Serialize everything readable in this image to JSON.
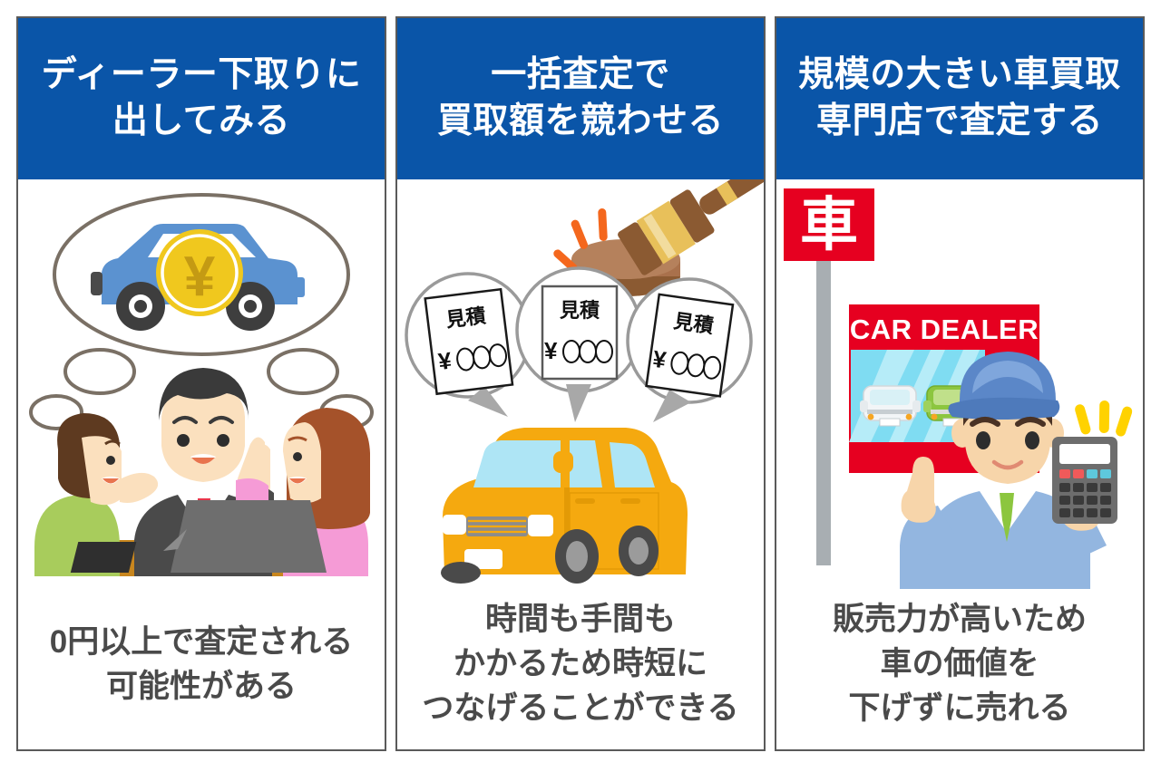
{
  "layout": {
    "panel_count": 3,
    "header_bg": "#0A55A8",
    "header_text_color": "#FFFFFF",
    "caption_text_color": "#4A4A4A",
    "border_color": "#5A5A5A",
    "background": "#FFFFFF"
  },
  "panels": [
    {
      "id": "dealer-trade-in",
      "header_lines": [
        "ディーラー下取りに",
        "出してみる"
      ],
      "caption_lines": [
        "0円以上で査定される",
        "可能性がある"
      ],
      "illustration": {
        "name": "thought-bubble-car-coin-meeting",
        "elements": [
          "thought-bubble",
          "blue-car",
          "yen-coin",
          "dealer-salesman",
          "male-customer",
          "female-customer",
          "laptop",
          "desk"
        ],
        "colors": {
          "car": "#5B92D0",
          "coin": "#F0C81E",
          "coin_symbol": "#C49A13",
          "bubble_outline": "#7A7065",
          "suit": "#4A4A4A",
          "tie": "#E8344A",
          "male_shirt": "#A8CC5C",
          "female_shirt": "#F59BD6",
          "desk": "#C8861E",
          "laptop": "#6E6E6E",
          "skin": "#F7D5AA"
        },
        "symbol": "¥"
      }
    },
    {
      "id": "bulk-appraisal",
      "header_lines": [
        "一括査定で",
        "買取額を競わせる"
      ],
      "caption_lines": [
        "時間も手間も",
        "かかるため時短に",
        "つなげることができる"
      ],
      "illustration": {
        "name": "auction-gavel-quotes-car",
        "elements": [
          "gavel",
          "impact-lines",
          "speech-bubble",
          "quote-document",
          "yellow-car"
        ],
        "quote_label": "見積",
        "quote_amount": "¥○○○○",
        "quote_count": 3,
        "colors": {
          "car": "#F5A90F",
          "car_window": "#AEE5F5",
          "gavel_head": "#E8C05A",
          "gavel_band": "#8B5A32",
          "gavel_handle": "#8B5A32",
          "gavel_block": "#A9714C",
          "impact": "#F4671D",
          "bubble_outline": "#9A9A9A",
          "paper": "#FFFFFF",
          "paper_outline": "#1A1A1A"
        }
      }
    },
    {
      "id": "large-buyback-shop",
      "header_lines": [
        "規模の大きい車買取",
        "専門店で査定する"
      ],
      "caption_lines": [
        "販売力が高いため",
        "車の価値を",
        "下げずに売れる"
      ],
      "illustration": {
        "name": "car-dealer-shop-staff-calculator",
        "elements": [
          "road-sign",
          "sign-pole",
          "dealership-building",
          "showroom-glass",
          "white-showroom-car",
          "green-showroom-car",
          "staff-member",
          "blue-cap",
          "calculator",
          "emphasis-lines",
          "pointing-finger"
        ],
        "sign_text": "車",
        "store_text": "CAR DEALER",
        "colors": {
          "sign": "#E60020",
          "sign_text": "#FFFFFF",
          "pole": "#A8AEB2",
          "storefront": "#E60020",
          "glass": "#7FDCF2",
          "glass_shine": "#B6ECF8",
          "showroom_car_white": "#F2F5F7",
          "showroom_car_green": "#8CC63F",
          "uniform": "#93B6E0",
          "cap": "#5B87C8",
          "tie": "#8CC63F",
          "calculator": "#6D6D6D",
          "emphasis": "#FFD200",
          "skin": "#F7D5AA",
          "hair": "#4A3224"
        }
      }
    }
  ]
}
